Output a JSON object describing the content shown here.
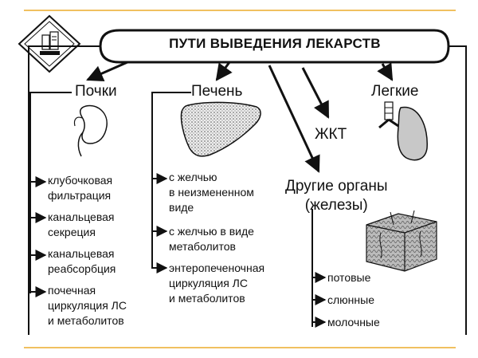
{
  "title": "ПУТИ ВЫВЕДЕНИЯ ЛЕКАРСТВ",
  "organs": {
    "kidneys": {
      "label": "Почки",
      "items": [
        "клубочковая\nфильтрация",
        "канальцевая\nсекреция",
        "канальцевая\nреабсорбция",
        "почечная\nциркуляция ЛС\nи метаболитов"
      ]
    },
    "liver": {
      "label": "Печень",
      "items": [
        "с желчью\nв неизмененном\nвиде",
        "с желчью в виде\nметаболитов",
        "энтеропеченочная\nциркуляция ЛС\nи метаболитов"
      ]
    },
    "git": {
      "label": "ЖКТ"
    },
    "lungs": {
      "label": "Легкие"
    },
    "other": {
      "label": "Другие органы\n(железы)",
      "items": [
        "потовые",
        "слюнные",
        "молочные"
      ]
    }
  },
  "colors": {
    "accent_line": "#f0c060",
    "ink": "#111111",
    "organ_fill": "#c8c8c8"
  },
  "icons": [
    "pharmacy-logo-icon",
    "kidney-icon",
    "liver-icon",
    "lungs-icon",
    "skin-section-icon"
  ]
}
